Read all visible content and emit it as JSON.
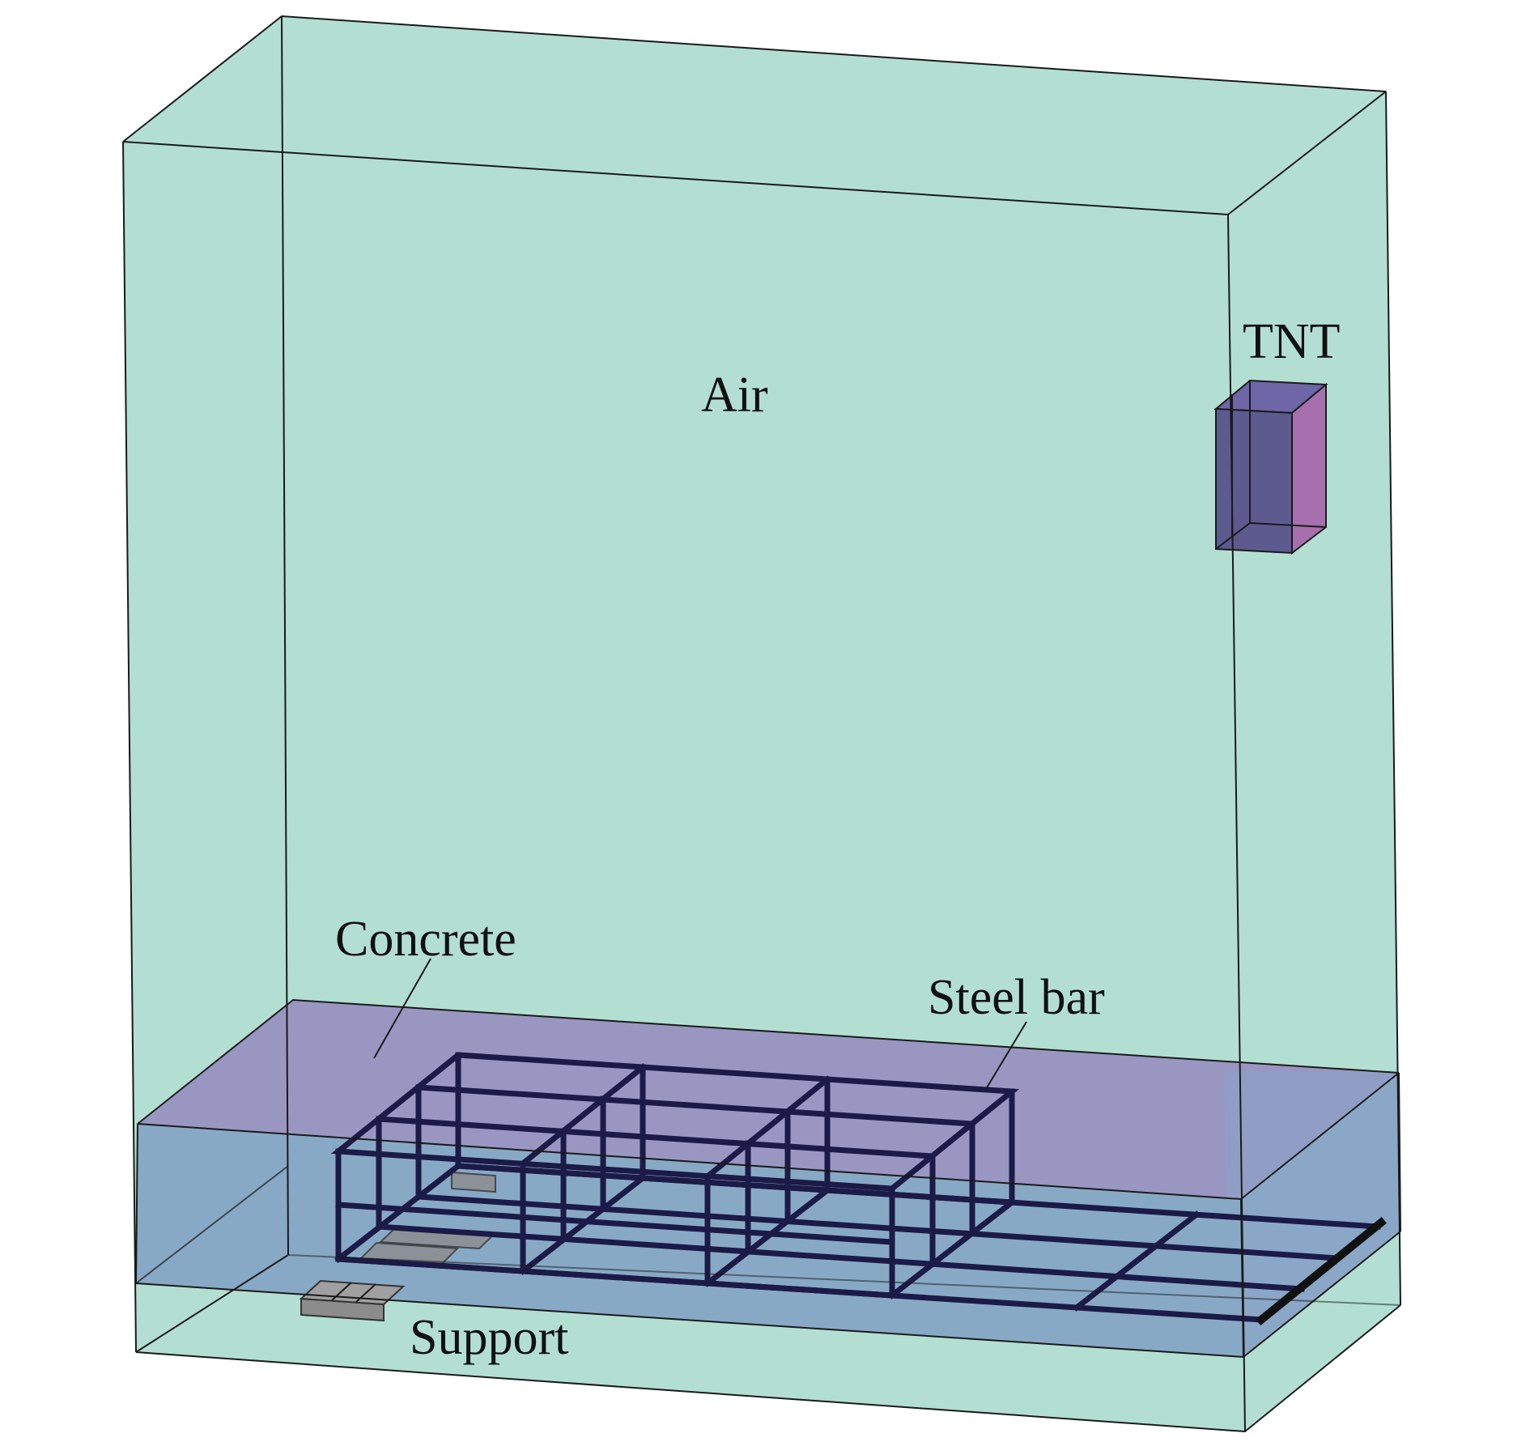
{
  "labels": {
    "air": "Air",
    "tnt": "TNT",
    "concrete": "Concrete",
    "steel_bar": "Steel bar",
    "support": "Support"
  },
  "colors": {
    "air": "#b3dfd2",
    "concrete_top": "#9a96c2",
    "concrete_side": "#87a9c6",
    "tnt_front": "#5d5a8f",
    "tnt_side": "#a66fae",
    "tnt_top": "#6e66a6",
    "steel_bar": "#1c1a47",
    "support": "#8c8c8c",
    "edge": "#1a1a1a"
  }
}
